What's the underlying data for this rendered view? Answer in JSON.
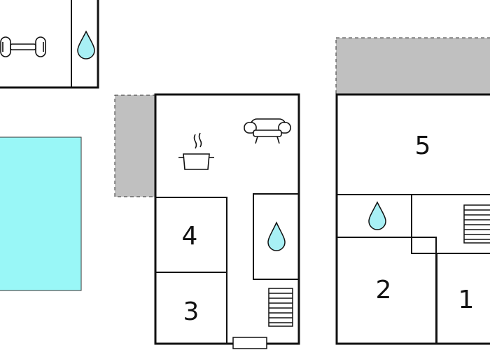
{
  "colors": {
    "wall": "#111111",
    "terrace": "#c0c0c0",
    "pool": "#99f7f7",
    "water_drop": "#a8f0f5"
  },
  "icons": {
    "gym": "dumbbell-icon",
    "bathroom": "water-drop-icon",
    "kitchen": "cooking-pot-icon",
    "living": "sofa-icon",
    "stairs": "staircase-icon"
  },
  "rooms": {
    "room_1": "1",
    "room_2": "2",
    "room_3": "3",
    "room_4": "4",
    "room_5": "5"
  }
}
